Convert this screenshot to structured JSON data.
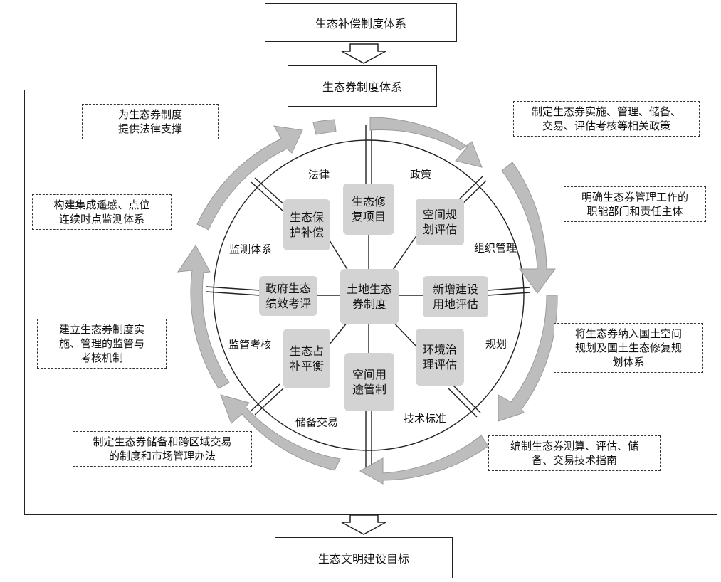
{
  "top": {
    "title": "生态补偿制度体系"
  },
  "frame_title": "生态券制度体系",
  "bottom": {
    "title": "生态文明建设目标"
  },
  "center": {
    "line1": "土地生态",
    "line2": "券制度"
  },
  "nodes": {
    "ecological_restoration": {
      "line1": "生态修",
      "line2": "复项目"
    },
    "spatial_planning": {
      "line1": "空间规",
      "line2": "划评估"
    },
    "new_construction_land": {
      "line1": "新增建设",
      "line2": "用地评估"
    },
    "environmental_governance": {
      "line1": "环境治",
      "line2": "理评估"
    },
    "spatial_use_control": {
      "line1": "空间用",
      "line2": "途管制"
    },
    "occupation_balance": {
      "line1": "生态占",
      "line2": "补平衡"
    },
    "government_performance": {
      "line1": "政府生态",
      "line2": "绩效考评"
    },
    "ecological_protection": {
      "line1": "生态保",
      "line2": "护补偿"
    }
  },
  "ring_labels": {
    "law": "法律",
    "policy": "政策",
    "organization": "组织管理",
    "planning": "规划",
    "technical_standards": "技术标准",
    "storage_trading": "储备交易",
    "supervision_assessment": "监管考核",
    "monitoring_system": "监测体系"
  },
  "notes": {
    "law": {
      "line1": "为生态券制度",
      "line2": "提供法律支撑"
    },
    "policy": {
      "line1": "制定生态券实施、管理、储备、",
      "line2": "交易、评估考核等相关政策"
    },
    "organization": {
      "line1": "明确生态券管理工作的",
      "line2": "职能部门和责任主体"
    },
    "planning": {
      "line1": "将生态券纳入国土空间",
      "line2": "规划及国土生态修复规",
      "line3": "划体系"
    },
    "technical_standards": {
      "line1": "编制生态券测算、评估、储",
      "line2": "备、交易技术指南"
    },
    "storage_trading": {
      "line1": "制定生态券储备和跨区域交易",
      "line2": "的制度和市场管理办法"
    },
    "supervision_assessment": {
      "line1": "建立生态券制度实",
      "line2": "施、管理的监管与",
      "line3": "考核机制"
    },
    "monitoring_system": {
      "line1": "构建集成遥感、点位",
      "line2": "连续时点监测体系"
    }
  }
}
